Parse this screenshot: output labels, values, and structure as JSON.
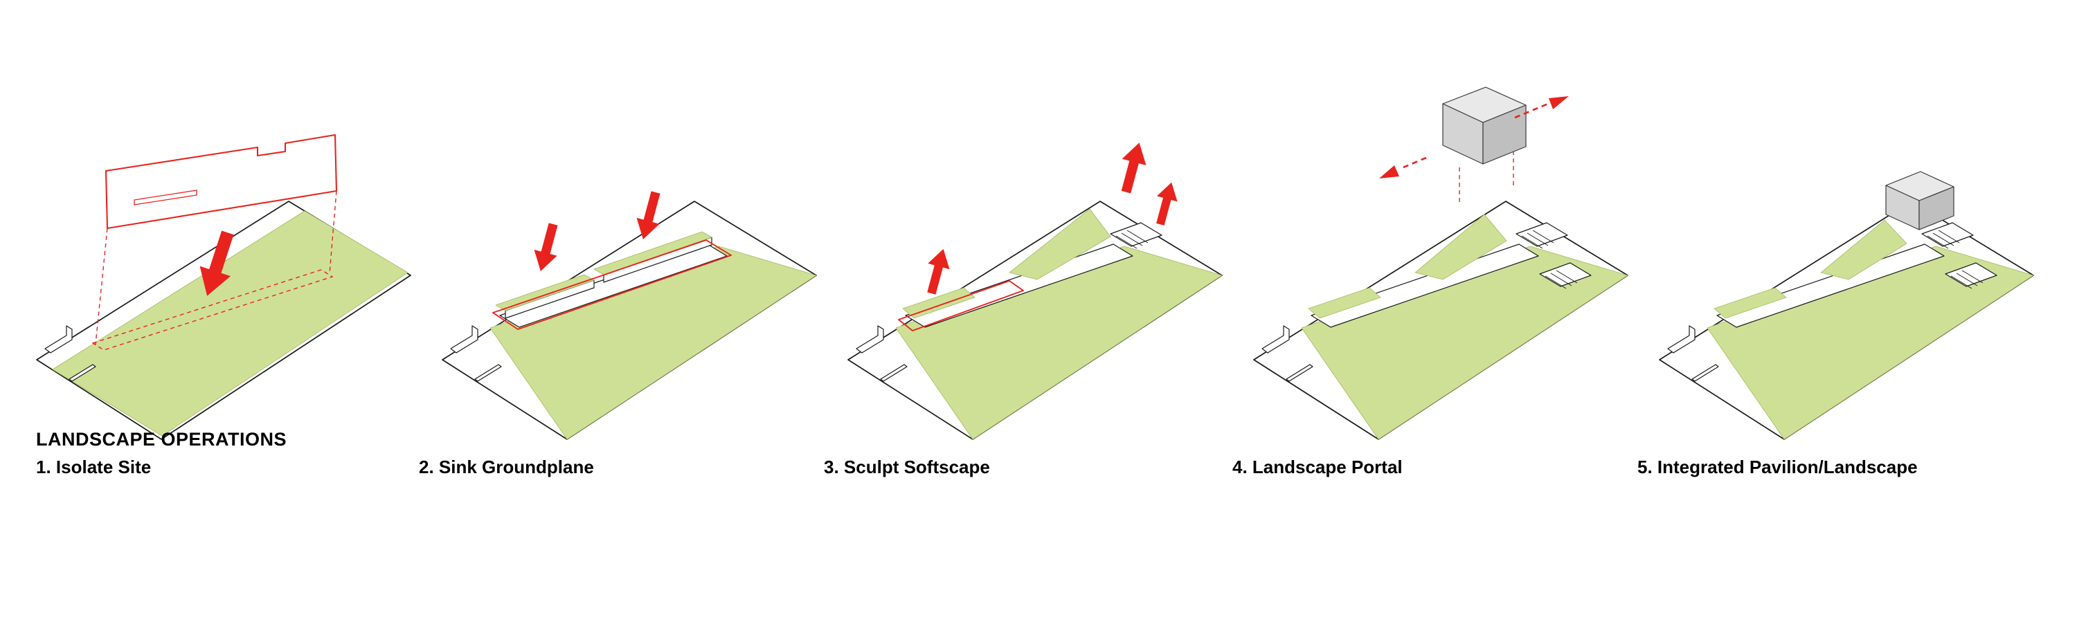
{
  "title": "LANDSCAPE OPERATIONS",
  "steps": [
    {
      "label": "1. Isolate Site",
      "name": "isolate-site"
    },
    {
      "label": "2. Sink Groundplane",
      "name": "sink-groundplane"
    },
    {
      "label": "3. Sculpt Softscape",
      "name": "sculpt-softscape"
    },
    {
      "label": "4. Landscape Portal",
      "name": "landscape-portal"
    },
    {
      "label": "5. Integrated Pavilion/Landscape",
      "name": "integrated-pavilion-landscape"
    }
  ],
  "colors": {
    "green": "#cee096",
    "green-edge": "#a3b95e",
    "red": "#e8231d",
    "ink": "#1a1a1a",
    "gray-top": "#e9e9e9",
    "gray-front": "#d4d4d4",
    "gray-side": "#bfbfbf"
  },
  "icons": {
    "down_arrow": "red-down-arrow",
    "up_arrow": "red-up-arrow",
    "portal_arrows": "red-double-portal-arrows"
  }
}
